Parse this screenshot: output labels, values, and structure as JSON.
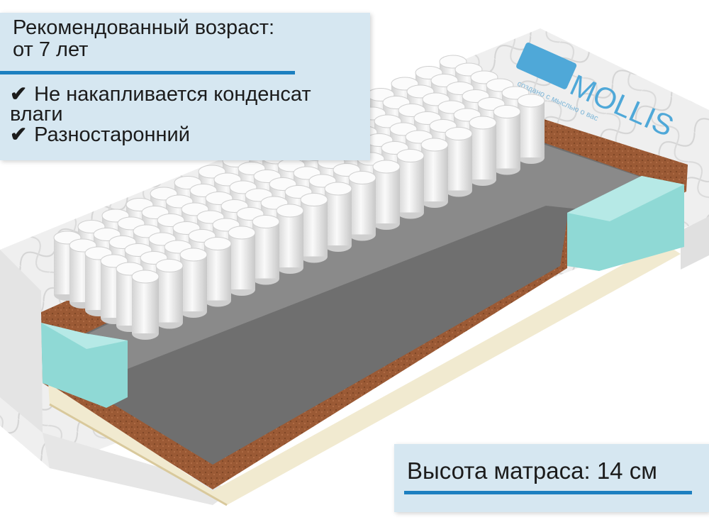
{
  "info_top": {
    "age_label": "Рекомендованный возраст:",
    "age_value": "от 7 лет",
    "features": [
      {
        "check": "✔",
        "text": "Не накапливается конденсат влаги"
      },
      {
        "check": "✔",
        "text": "Разностаронний"
      }
    ]
  },
  "info_bottom": {
    "height_label": "Высота матраса: 14 см"
  },
  "brand": {
    "name": "MOLLIS",
    "tagline": "создано с мыслью о вас"
  },
  "colors": {
    "panel": "#d6e7f1",
    "rule": "#1c7fc0",
    "coir": "#9b5a35",
    "foam": "#8fd9d5",
    "fabric": "#eeeeee",
    "spring": "#f4f4f4",
    "felt": "#777777",
    "latex": "#f1ead0"
  }
}
